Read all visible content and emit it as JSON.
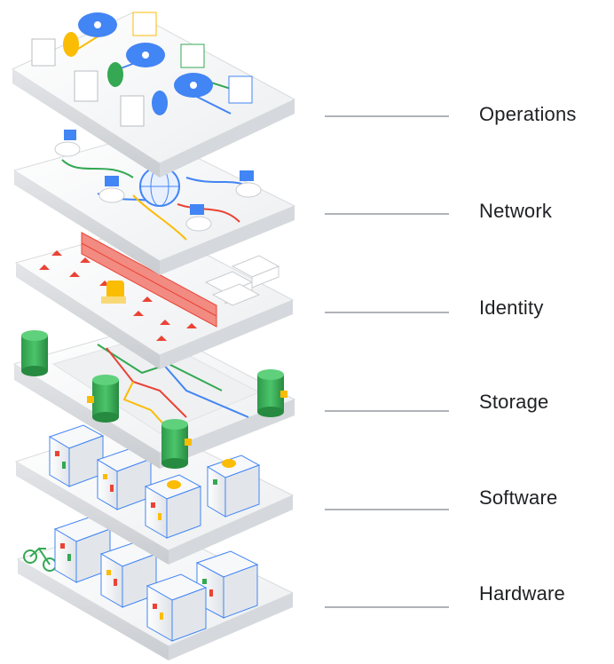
{
  "layers": [
    {
      "id": "operations",
      "label": "Operations"
    },
    {
      "id": "network",
      "label": "Network"
    },
    {
      "id": "identity",
      "label": "Identity"
    },
    {
      "id": "storage",
      "label": "Storage"
    },
    {
      "id": "software",
      "label": "Software"
    },
    {
      "id": "hardware",
      "label": "Hardware"
    }
  ],
  "colors": {
    "platform": "#f4f5f6",
    "platform_edge": "#d9dbde",
    "blue": "#4285f4",
    "green": "#34a853",
    "yellow": "#fbbc04",
    "red": "#ea4335",
    "leader": "#b0b3b8",
    "label": "#202124"
  }
}
